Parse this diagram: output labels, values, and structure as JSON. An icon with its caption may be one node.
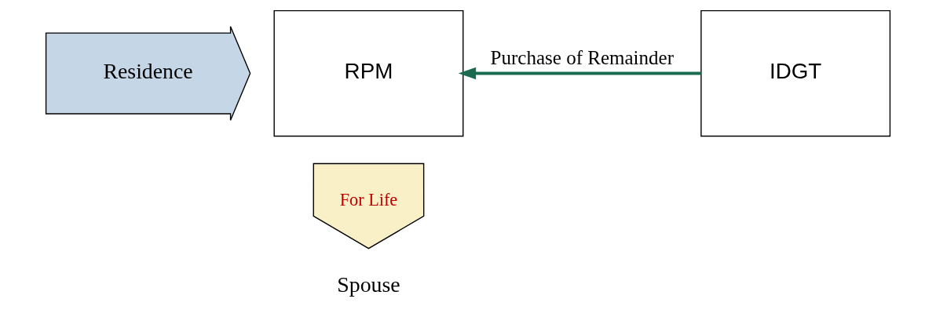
{
  "diagram": {
    "nodes": [
      {
        "text": [
          "Residence"
        ]
      },
      {
        "text": [
          "RPM"
        ]
      },
      {
        "text": [
          "IDGT"
        ]
      },
      {
        "text": [
          "For Life"
        ]
      },
      {
        "text": [
          "Spouse"
        ]
      }
    ],
    "edges": [
      {
        "from": 2,
        "to": 1,
        "arrow": "to",
        "label": "Purchase of Remainder"
      }
    ]
  }
}
